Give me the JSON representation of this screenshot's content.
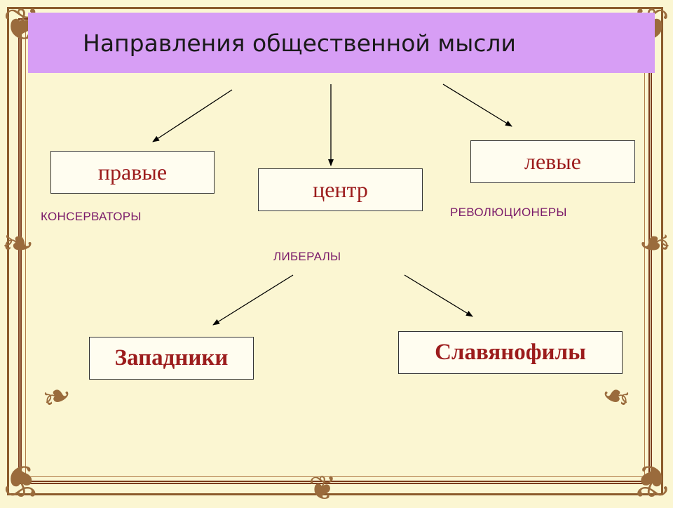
{
  "title": "Направления общественной мысли",
  "nodes": {
    "right": "правые",
    "center": "центр",
    "left": "левые",
    "westernizers": "Западники",
    "slavophiles": "Славянофилы"
  },
  "labels": {
    "conservatives": "КОНСЕРВАТОРЫ",
    "liberals": "ЛИБЕРАЛЫ",
    "revolutionaries": "РЕВОЛЮЦИОНЕРЫ"
  },
  "colors": {
    "title_bar": "#d79ef5",
    "node_text": "#9c1c1c",
    "label_text": "#7a1a6a",
    "background": "#fbf6d2",
    "frame": "#7a3b1c"
  },
  "decorations": [
    "ornament-corner-icon",
    "ornament-scroll-icon"
  ]
}
